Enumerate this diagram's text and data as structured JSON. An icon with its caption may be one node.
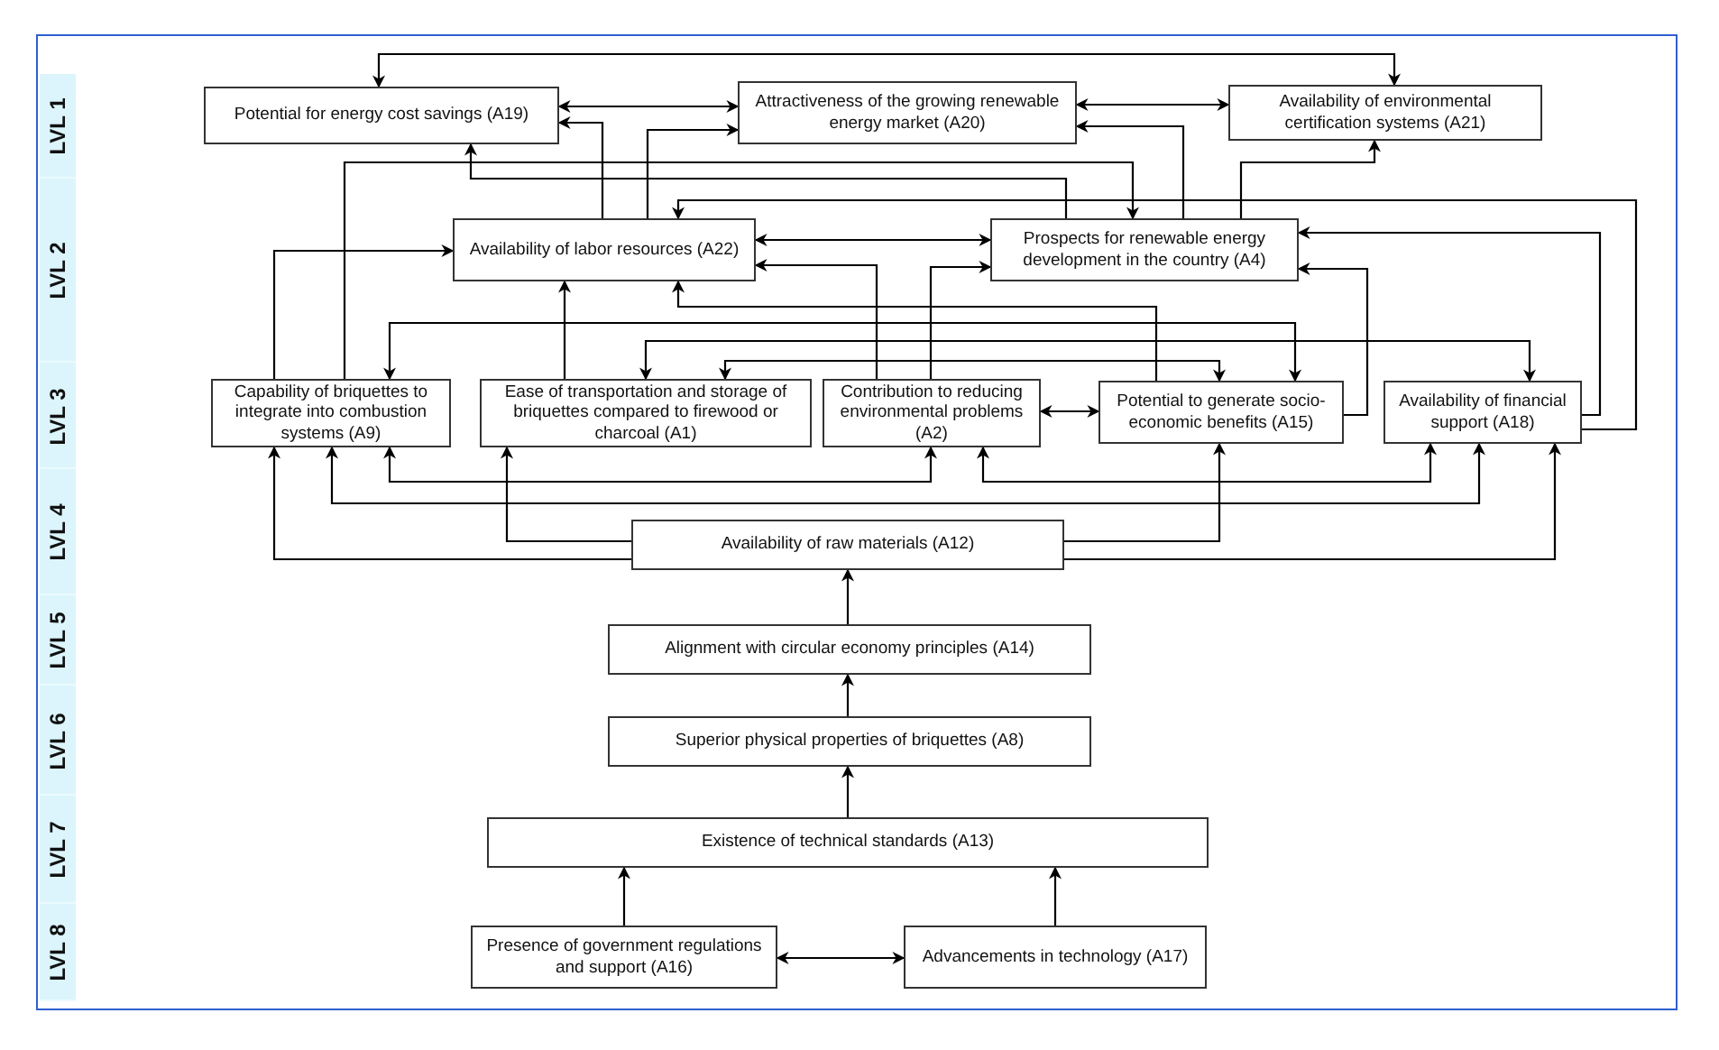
{
  "diagram": {
    "nodes": [
      {
        "text": [
          "Potential for energy cost savings (A19)"
        ]
      },
      {
        "text": [
          "Attractiveness of the growing renewable energy market (A20)"
        ]
      },
      {
        "text": [
          "Availability of environmental certification systems (A21)"
        ]
      },
      {
        "text": [
          "Availability of labor resources (A22)"
        ]
      },
      {
        "text": [
          "Prospects for renewable energy development in the country (A4)"
        ]
      },
      {
        "text": [
          "Capability of briquettes to integrate into combustion systems (A9)"
        ]
      },
      {
        "text": [
          "Ease of transportation and storage of briquettes compared to firewood or charcoal (A1)"
        ]
      },
      {
        "text": [
          "Contribution to reducing environmental problems (A2)"
        ]
      },
      {
        "text": [
          "Potential to generate socio-economic benefits (A15)"
        ]
      },
      {
        "text": [
          "Availability of financial support (A18)"
        ]
      },
      {
        "text": [
          "Availability of raw materials (A12)"
        ]
      },
      {
        "text": [
          "Alignment with circular economy principles (A14)"
        ]
      },
      {
        "text": [
          "Superior physical properties of briquettes (A8)"
        ]
      },
      {
        "text": [
          "Existence of technical standards (A13)"
        ]
      },
      {
        "text": [
          "Presence of government regulations and support (A16)"
        ]
      },
      {
        "text": [
          "Advancements in technology (A17)"
        ]
      }
    ],
    "edges": [
      {
        "from": 0,
        "to": 2,
        "arrow": "both"
      },
      {
        "from": 0,
        "to": 1,
        "arrow": "both"
      },
      {
        "from": 1,
        "to": 2,
        "arrow": "both"
      },
      {
        "from": 3,
        "to": 0,
        "arrow": "to"
      },
      {
        "from": 3,
        "to": 1,
        "arrow": "to"
      },
      {
        "from": 4,
        "to": 0,
        "arrow": "to"
      },
      {
        "from": 5,
        "to": 4,
        "arrow": "to"
      },
      {
        "from": 4,
        "to": 1,
        "arrow": "to"
      },
      {
        "from": 4,
        "to": 2,
        "arrow": "to"
      },
      {
        "from": 9,
        "to": 3,
        "arrow": "to"
      },
      {
        "from": 9,
        "to": 4,
        "arrow": "to"
      },
      {
        "from": 8,
        "to": 4,
        "arrow": "to"
      },
      {
        "from": 5,
        "to": 3,
        "arrow": "to"
      },
      {
        "from": 3,
        "to": 4,
        "arrow": "both"
      },
      {
        "from": 7,
        "to": 3,
        "arrow": "to"
      },
      {
        "from": 7,
        "to": 4,
        "arrow": "to"
      },
      {
        "from": 6,
        "to": 3,
        "arrow": "to"
      },
      {
        "from": 8,
        "to": 3,
        "arrow": "to"
      },
      {
        "from": 5,
        "to": 8,
        "arrow": "both"
      },
      {
        "from": 6,
        "to": 9,
        "arrow": "both"
      },
      {
        "from": 6,
        "to": 8,
        "arrow": "both"
      },
      {
        "from": 7,
        "to": 8,
        "arrow": "both"
      },
      {
        "from": 5,
        "to": 7,
        "arrow": "both"
      },
      {
        "from": 5,
        "to": 9,
        "arrow": "both"
      },
      {
        "from": 7,
        "to": 9,
        "arrow": "both"
      },
      {
        "from": 10,
        "to": 6,
        "arrow": "to"
      },
      {
        "from": 10,
        "to": 8,
        "arrow": "to"
      },
      {
        "from": 10,
        "to": 5,
        "arrow": "to"
      },
      {
        "from": 10,
        "to": 9,
        "arrow": "to"
      },
      {
        "from": 11,
        "to": 10,
        "arrow": "to"
      },
      {
        "from": 12,
        "to": 11,
        "arrow": "to"
      },
      {
        "from": 13,
        "to": 12,
        "arrow": "to"
      },
      {
        "from": 14,
        "to": 13,
        "arrow": "to"
      },
      {
        "from": 15,
        "to": 13,
        "arrow": "to"
      },
      {
        "from": 14,
        "to": 15,
        "arrow": "both"
      }
    ],
    "labels": [
      "LVL 1",
      "LVL 2",
      "LVL 3",
      "LVL 4",
      "LVL 5",
      "LVL 6",
      "LVL 7",
      "LVL 8"
    ]
  }
}
